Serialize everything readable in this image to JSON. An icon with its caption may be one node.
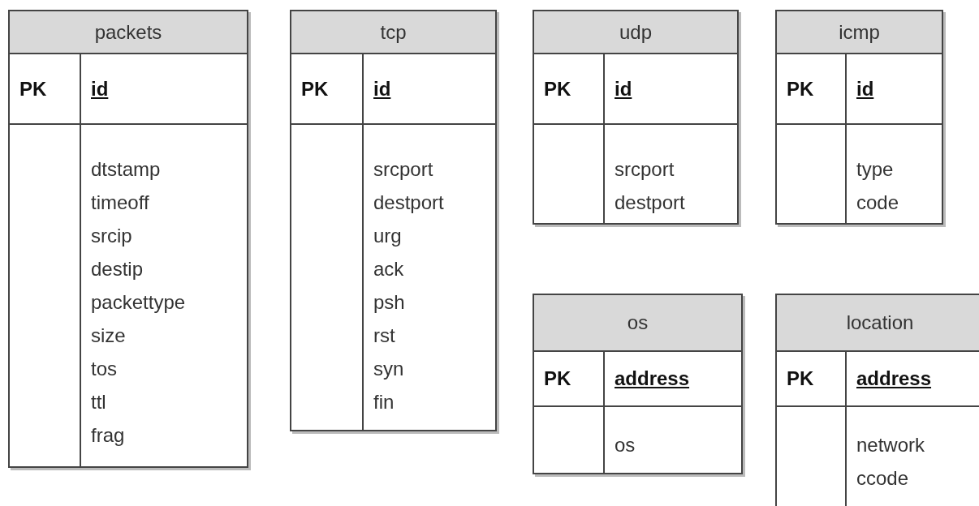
{
  "diagram": {
    "nodes": [
      {
        "text": [
          "packets",
          "PK",
          "id",
          "dtstamp",
          "timeoff",
          "srcip",
          "destip",
          "packettype",
          "size",
          "tos",
          "ttl",
          "frag"
        ]
      },
      {
        "text": [
          "tcp",
          "PK",
          "id",
          "srcport",
          "destport",
          "urg",
          "ack",
          "psh",
          "rst",
          "syn",
          "fin"
        ]
      },
      {
        "text": [
          "udp",
          "PK",
          "id",
          "srcport",
          "destport"
        ]
      },
      {
        "text": [
          "icmp",
          "PK",
          "id",
          "type",
          "code"
        ]
      },
      {
        "text": [
          "os",
          "PK",
          "address",
          "os"
        ]
      },
      {
        "text": [
          "location",
          "PK",
          "address",
          "network",
          "ccode"
        ]
      }
    ]
  }
}
